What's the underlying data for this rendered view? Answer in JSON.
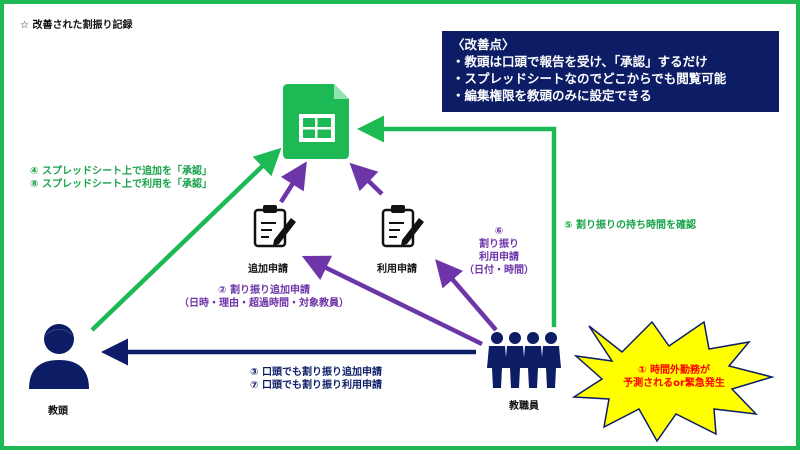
{
  "title": "☆ 改善された割振り記録",
  "improvements": {
    "heading": "〈改善点〉",
    "items": [
      "・教頭は口頭で報告を受け、「承認」するだけ",
      "・スプレッドシートなのでどこからでも閲覧可能",
      "・編集権限を教頭のみに設定できる"
    ]
  },
  "nodes": {
    "add_request": "追加申請",
    "use_request": "利用申請",
    "vice_principal": "教頭",
    "staff": "教職員"
  },
  "labels": {
    "approve": [
      "④ スプレッドシート上で追加を「承認」",
      "⑧ スプレッドシート上で利用を「承認」"
    ],
    "check_time": "⑤ 割り振りの持ち時間を確認",
    "add_apply": [
      "② 割り振り追加申請",
      "（日時・理由・超過時間・対象教員）"
    ],
    "use_apply": [
      "⑥",
      "割り振り",
      "利用申請",
      "（日付・時間）"
    ],
    "verbal": [
      "③ 口頭でも割り振り追加申請",
      "⑦ 口頭でも割り振り利用申請"
    ],
    "trigger": [
      "① 時間外勤務が",
      "予測されるor緊急発生"
    ]
  },
  "colors": {
    "green": "#1db954",
    "purple": "#6d35a8",
    "navy": "#0c1d66",
    "star_fill": "#ffff00",
    "red": "#ff0000"
  },
  "icons": [
    "spreadsheet-icon",
    "clipboard-icon",
    "person-icon",
    "group-icon",
    "burst-star"
  ]
}
